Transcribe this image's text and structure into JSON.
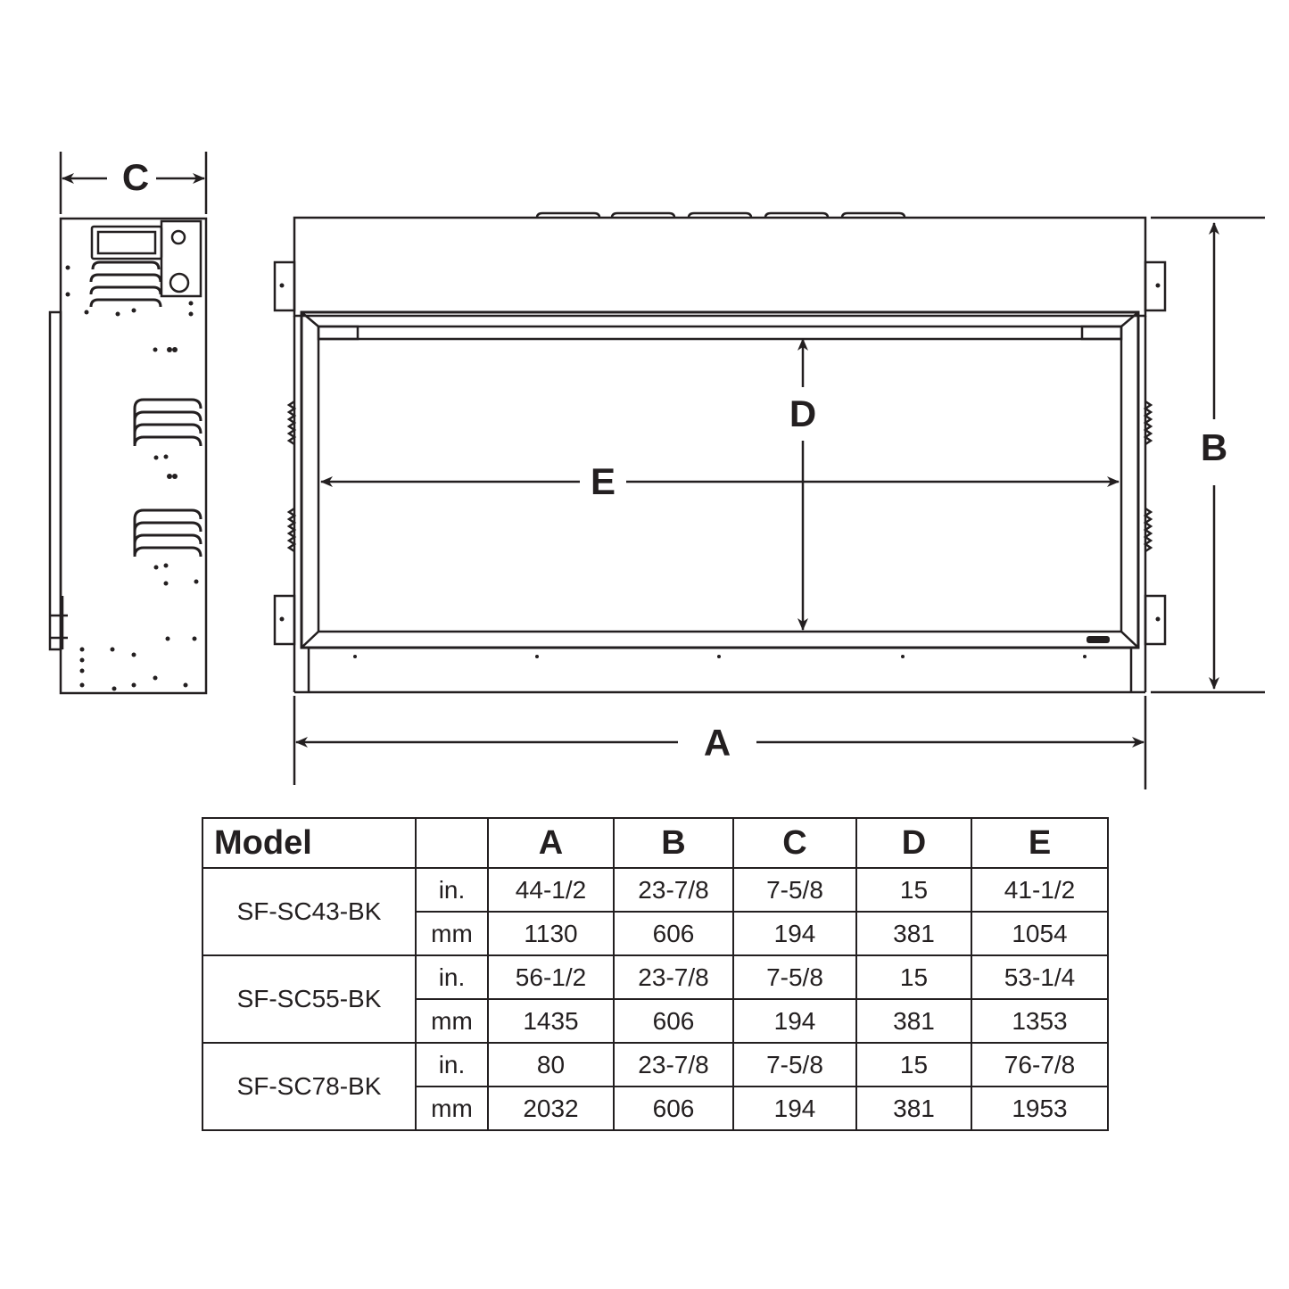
{
  "labels": {
    "a": "A",
    "b": "B",
    "c": "C",
    "d": "D",
    "e": "E"
  },
  "table": {
    "headers": [
      "Model",
      "",
      "A",
      "B",
      "C",
      "D",
      "E"
    ],
    "models": [
      {
        "name": "SF-SC43-BK",
        "rows": [
          {
            "unit": "in.",
            "values": [
              "44-1/2",
              "23-7/8",
              "7-5/8",
              "15",
              "41-1/2"
            ]
          },
          {
            "unit": "mm",
            "values": [
              "1130",
              "606",
              "194",
              "381",
              "1054"
            ]
          }
        ]
      },
      {
        "name": "SF-SC55-BK",
        "rows": [
          {
            "unit": "in.",
            "values": [
              "56-1/2",
              "23-7/8",
              "7-5/8",
              "15",
              "53-1/4"
            ]
          },
          {
            "unit": "mm",
            "values": [
              "1435",
              "606",
              "194",
              "381",
              "1353"
            ]
          }
        ]
      },
      {
        "name": "SF-SC78-BK",
        "rows": [
          {
            "unit": "in.",
            "values": [
              "80",
              "23-7/8",
              "7-5/8",
              "15",
              "76-7/8"
            ]
          },
          {
            "unit": "mm",
            "values": [
              "2032",
              "606",
              "194",
              "381",
              "1953"
            ]
          }
        ]
      }
    ]
  }
}
